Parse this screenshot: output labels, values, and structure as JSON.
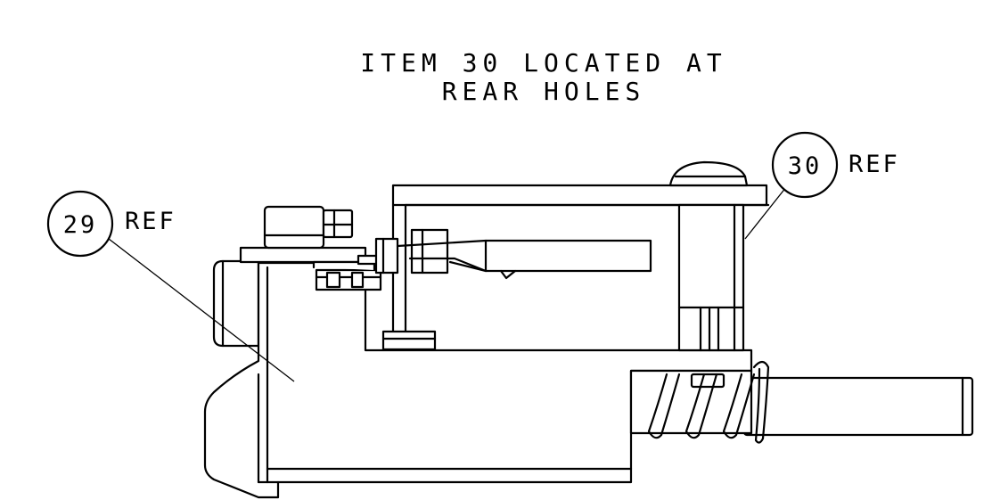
{
  "note": {
    "line1": "ITEM 30 LOCATED AT",
    "line2": "REAR HOLES"
  },
  "callouts": [
    {
      "number": "29",
      "suffix": "REF"
    },
    {
      "number": "30",
      "suffix": "REF"
    }
  ]
}
